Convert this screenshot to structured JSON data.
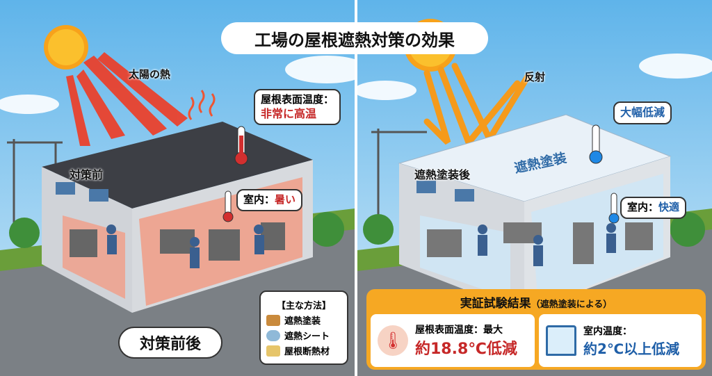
{
  "title": "工場の屋根遮熱対策の効果",
  "left": {
    "sun_label": "太陽の熱",
    "building_label": "対策前",
    "roof_callout": {
      "label": "屋根表面温度：",
      "value": "非常に高温"
    },
    "indoor_callout": {
      "label": "室内：",
      "value": "暑い"
    }
  },
  "right": {
    "sun_label": "反射",
    "building_label": "遮熱塗装後",
    "roof_label": "遮熱塗装",
    "roof_callout": "大幅低減",
    "indoor_callout": {
      "label": "室内：",
      "value": "快適"
    }
  },
  "before_after": "対策前後",
  "methods": {
    "title": "【主な方法】",
    "items": [
      {
        "label": "遮熱塗装",
        "icon": "paint-brush-icon"
      },
      {
        "label": "遮熱シート",
        "icon": "sheet-roll-icon"
      },
      {
        "label": "屋根断熱材",
        "icon": "insulation-icon"
      }
    ]
  },
  "results": {
    "title": "実証試験結果",
    "subtitle": "（遮熱塗装による）",
    "roof": {
      "label": "屋根表面温度：最大",
      "value": "約18.8℃低減"
    },
    "indoor": {
      "label": "室内温度：",
      "value": "約2℃以上低減"
    }
  },
  "colors": {
    "hot": "#c62828",
    "cool": "#1f5fa8",
    "accent": "#f6a823"
  }
}
